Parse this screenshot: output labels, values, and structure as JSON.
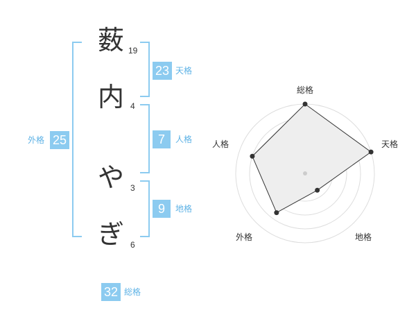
{
  "name": {
    "characters": [
      "薮",
      "内",
      "や",
      "ぎ"
    ],
    "strokes": [
      "19",
      "4",
      "3",
      "6"
    ]
  },
  "fortune": {
    "tenkaku": {
      "value": "23",
      "label": "天格"
    },
    "jinkaku": {
      "value": "7",
      "label": "人格"
    },
    "chikaku": {
      "value": "9",
      "label": "地格"
    },
    "gaikaku": {
      "value": "25",
      "label": "外格"
    },
    "soukaku": {
      "value": "32",
      "label": "総格"
    }
  },
  "radar": {
    "axes": [
      "総格",
      "天格",
      "地格",
      "外格",
      "人格"
    ],
    "levels": 5,
    "values": [
      5,
      5,
      1.5,
      3.5,
      4
    ]
  },
  "colors": {
    "accent": "#8ccbf0",
    "accent_text": "#5fb3e6",
    "radar_fill": "#eeeeee",
    "radar_line": "#333333",
    "grid": "#dddddd"
  }
}
